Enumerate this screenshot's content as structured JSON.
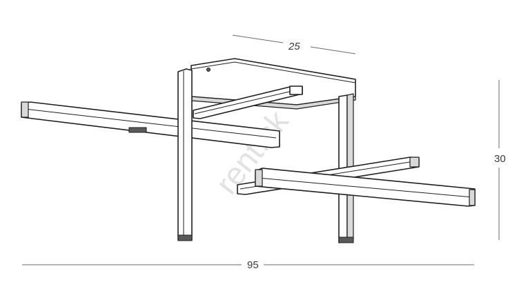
{
  "dimensions": {
    "depth": "25",
    "height": "30",
    "width": "95"
  },
  "watermark": "rent.sk",
  "colors": {
    "line": "#1e1e1e",
    "dimension": "#6a6a6a",
    "watermark": "#e2e2e2"
  }
}
